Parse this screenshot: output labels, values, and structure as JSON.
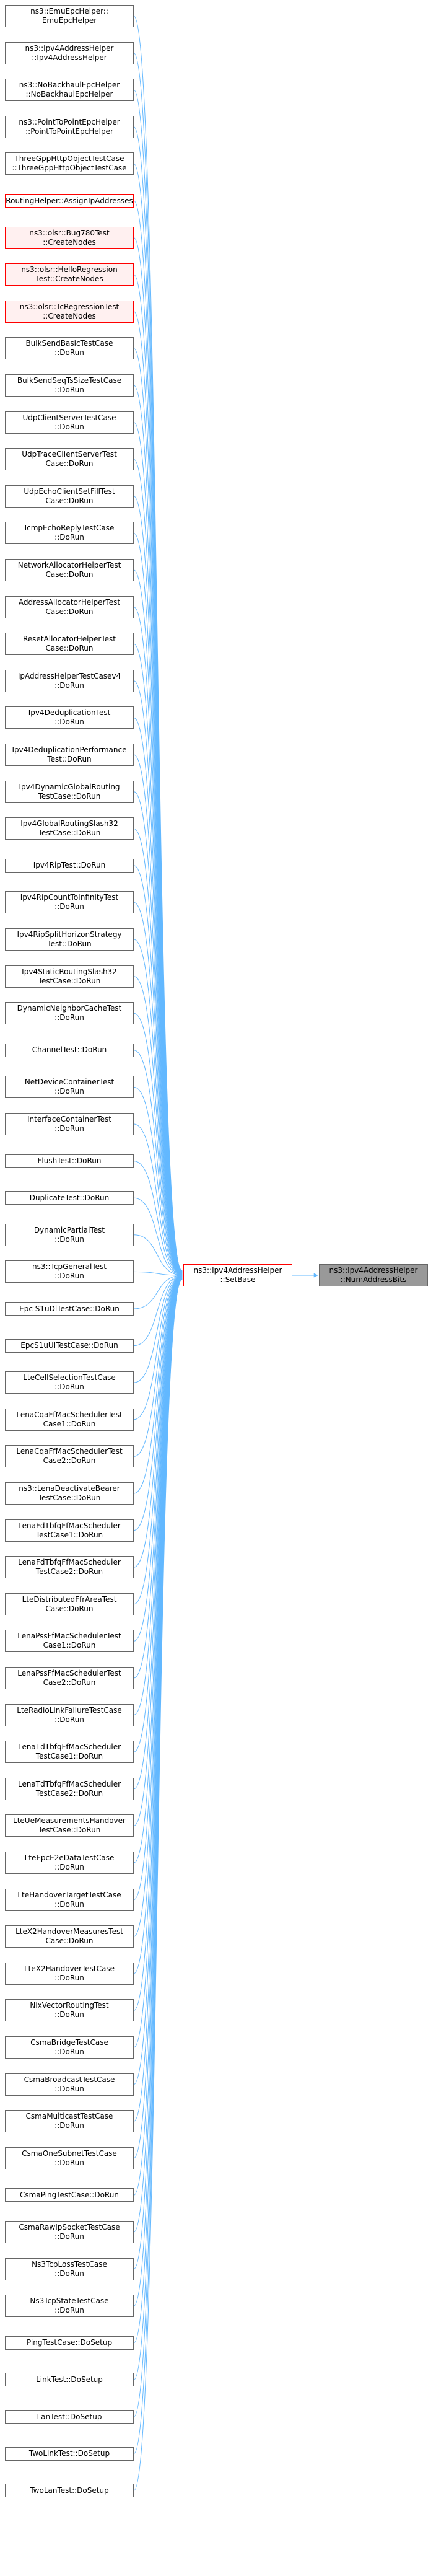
{
  "graph": {
    "colors": {
      "edge": "#63b8ff",
      "border": "#666666",
      "red_border": "#ff0000",
      "focus_fill": "#999999"
    },
    "focus": {
      "lines": [
        "ns3::Ipv4AddressHelper",
        "::NumAddressBits"
      ]
    },
    "center": {
      "lines": [
        "ns3::Ipv4AddressHelper",
        "::SetBase"
      ]
    },
    "callers": [
      {
        "lines": [
          "ns3::EmuEpcHelper::",
          "EmuEpcHelper"
        ],
        "style": "normal"
      },
      {
        "lines": [
          "ns3::Ipv4AddressHelper",
          "::Ipv4AddressHelper"
        ],
        "style": "normal"
      },
      {
        "lines": [
          "ns3::NoBackhaulEpcHelper",
          "::NoBackhaulEpcHelper"
        ],
        "style": "normal"
      },
      {
        "lines": [
          "ns3::PointToPointEpcHelper",
          "::PointToPointEpcHelper"
        ],
        "style": "normal"
      },
      {
        "lines": [
          "ThreeGppHttpObjectTestCase",
          "::ThreeGppHttpObjectTestCase"
        ],
        "style": "normal"
      },
      {
        "lines": [
          "RoutingHelper::AssignIpAddresses"
        ],
        "style": "red"
      },
      {
        "lines": [
          "ns3::olsr::Bug780Test",
          "::CreateNodes"
        ],
        "style": "pink"
      },
      {
        "lines": [
          "ns3::olsr::HelloRegression",
          "Test::CreateNodes"
        ],
        "style": "pink"
      },
      {
        "lines": [
          "ns3::olsr::TcRegressionTest",
          "::CreateNodes"
        ],
        "style": "pink"
      },
      {
        "lines": [
          "BulkSendBasicTestCase",
          "::DoRun"
        ],
        "style": "normal"
      },
      {
        "lines": [
          "BulkSendSeqTsSizeTestCase",
          "::DoRun"
        ],
        "style": "normal"
      },
      {
        "lines": [
          "UdpClientServerTestCase",
          "::DoRun"
        ],
        "style": "normal"
      },
      {
        "lines": [
          "UdpTraceClientServerTest",
          "Case::DoRun"
        ],
        "style": "normal"
      },
      {
        "lines": [
          "UdpEchoClientSetFillTest",
          "Case::DoRun"
        ],
        "style": "normal"
      },
      {
        "lines": [
          "IcmpEchoReplyTestCase",
          "::DoRun"
        ],
        "style": "normal"
      },
      {
        "lines": [
          "NetworkAllocatorHelperTest",
          "Case::DoRun"
        ],
        "style": "normal"
      },
      {
        "lines": [
          "AddressAllocatorHelperTest",
          "Case::DoRun"
        ],
        "style": "normal"
      },
      {
        "lines": [
          "ResetAllocatorHelperTest",
          "Case::DoRun"
        ],
        "style": "normal"
      },
      {
        "lines": [
          "IpAddressHelperTestCasev4",
          "::DoRun"
        ],
        "style": "normal"
      },
      {
        "lines": [
          "Ipv4DeduplicationTest",
          "::DoRun"
        ],
        "style": "normal"
      },
      {
        "lines": [
          "Ipv4DeduplicationPerformance",
          "Test::DoRun"
        ],
        "style": "normal"
      },
      {
        "lines": [
          "Ipv4DynamicGlobalRouting",
          "TestCase::DoRun"
        ],
        "style": "normal"
      },
      {
        "lines": [
          "Ipv4GlobalRoutingSlash32",
          "TestCase::DoRun"
        ],
        "style": "normal"
      },
      {
        "lines": [
          "Ipv4RipTest::DoRun"
        ],
        "style": "normal"
      },
      {
        "lines": [
          "Ipv4RipCountToInfinityTest",
          "::DoRun"
        ],
        "style": "normal"
      },
      {
        "lines": [
          "Ipv4RipSplitHorizonStrategy",
          "Test::DoRun"
        ],
        "style": "normal"
      },
      {
        "lines": [
          "Ipv4StaticRoutingSlash32",
          "TestCase::DoRun"
        ],
        "style": "normal"
      },
      {
        "lines": [
          "DynamicNeighborCacheTest",
          "::DoRun"
        ],
        "style": "normal"
      },
      {
        "lines": [
          "ChannelTest::DoRun"
        ],
        "style": "normal"
      },
      {
        "lines": [
          "NetDeviceContainerTest",
          "::DoRun"
        ],
        "style": "normal"
      },
      {
        "lines": [
          "InterfaceContainerTest",
          "::DoRun"
        ],
        "style": "normal"
      },
      {
        "lines": [
          "FlushTest::DoRun"
        ],
        "style": "normal"
      },
      {
        "lines": [
          "DuplicateTest::DoRun"
        ],
        "style": "normal"
      },
      {
        "lines": [
          "DynamicPartialTest",
          "::DoRun"
        ],
        "style": "normal"
      },
      {
        "lines": [
          "ns3::TcpGeneralTest",
          "::DoRun"
        ],
        "style": "normal"
      },
      {
        "lines": [
          "Epc S1uDlTestCase::DoRun"
        ],
        "style": "normal"
      },
      {
        "lines": [
          "EpcS1uUlTestCase::DoRun"
        ],
        "style": "normal"
      },
      {
        "lines": [
          "LteCellSelectionTestCase",
          "::DoRun"
        ],
        "style": "normal"
      },
      {
        "lines": [
          "LenaCqaFfMacSchedulerTest",
          "Case1::DoRun"
        ],
        "style": "normal"
      },
      {
        "lines": [
          "LenaCqaFfMacSchedulerTest",
          "Case2::DoRun"
        ],
        "style": "normal"
      },
      {
        "lines": [
          "ns3::LenaDeactivateBearer",
          "TestCase::DoRun"
        ],
        "style": "normal"
      },
      {
        "lines": [
          "LenaFdTbfqFfMacScheduler",
          "TestCase1::DoRun"
        ],
        "style": "normal"
      },
      {
        "lines": [
          "LenaFdTbfqFfMacScheduler",
          "TestCase2::DoRun"
        ],
        "style": "normal"
      },
      {
        "lines": [
          "LteDistributedFfrAreaTest",
          "Case::DoRun"
        ],
        "style": "normal"
      },
      {
        "lines": [
          "LenaPssFfMacSchedulerTest",
          "Case1::DoRun"
        ],
        "style": "normal"
      },
      {
        "lines": [
          "LenaPssFfMacSchedulerTest",
          "Case2::DoRun"
        ],
        "style": "normal"
      },
      {
        "lines": [
          "LteRadioLinkFailureTestCase",
          "::DoRun"
        ],
        "style": "normal"
      },
      {
        "lines": [
          "LenaTdTbfqFfMacScheduler",
          "TestCase1::DoRun"
        ],
        "style": "normal"
      },
      {
        "lines": [
          "LenaTdTbfqFfMacScheduler",
          "TestCase2::DoRun"
        ],
        "style": "normal"
      },
      {
        "lines": [
          "LteUeMeasurementsHandover",
          "TestCase::DoRun"
        ],
        "style": "normal"
      },
      {
        "lines": [
          "LteEpcE2eDataTestCase",
          "::DoRun"
        ],
        "style": "normal"
      },
      {
        "lines": [
          "LteHandoverTargetTestCase",
          "::DoRun"
        ],
        "style": "normal"
      },
      {
        "lines": [
          "LteX2HandoverMeasuresTest",
          "Case::DoRun"
        ],
        "style": "normal"
      },
      {
        "lines": [
          "LteX2HandoverTestCase",
          "::DoRun"
        ],
        "style": "normal"
      },
      {
        "lines": [
          "NixVectorRoutingTest",
          "::DoRun"
        ],
        "style": "normal"
      },
      {
        "lines": [
          "CsmaBridgeTestCase",
          "::DoRun"
        ],
        "style": "normal"
      },
      {
        "lines": [
          "CsmaBroadcastTestCase",
          "::DoRun"
        ],
        "style": "normal"
      },
      {
        "lines": [
          "CsmaMulticastTestCase",
          "::DoRun"
        ],
        "style": "normal"
      },
      {
        "lines": [
          "CsmaOneSubnetTestCase",
          "::DoRun"
        ],
        "style": "normal"
      },
      {
        "lines": [
          "CsmaPingTestCase::DoRun"
        ],
        "style": "normal"
      },
      {
        "lines": [
          "CsmaRawIpSocketTestCase",
          "::DoRun"
        ],
        "style": "normal"
      },
      {
        "lines": [
          "Ns3TcpLossTestCase",
          "::DoRun"
        ],
        "style": "normal"
      },
      {
        "lines": [
          "Ns3TcpStateTestCase",
          "::DoRun"
        ],
        "style": "normal"
      },
      {
        "lines": [
          "PingTestCase::DoSetup"
        ],
        "style": "normal"
      },
      {
        "lines": [
          "LinkTest::DoSetup"
        ],
        "style": "normal"
      },
      {
        "lines": [
          "LanTest::DoSetup"
        ],
        "style": "normal"
      },
      {
        "lines": [
          "TwoLinkTest::DoSetup"
        ],
        "style": "normal"
      },
      {
        "lines": [
          "TwoLanTest::DoSetup"
        ],
        "style": "normal"
      }
    ]
  }
}
